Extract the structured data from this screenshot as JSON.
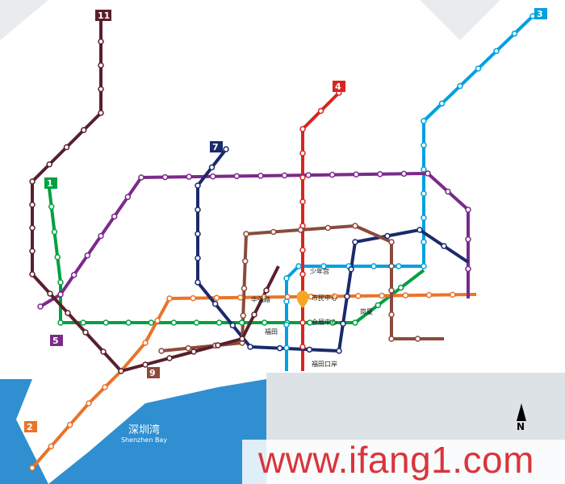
{
  "map": {
    "bay_name": "深圳湾",
    "bay_name_en": "Shenzhen Bay",
    "north_label": "N",
    "watermark": "www.ifang1.com",
    "lines": [
      {
        "id": "1",
        "color": "#00a040"
      },
      {
        "id": "2",
        "color": "#e8742a"
      },
      {
        "id": "3",
        "color": "#00a0e0"
      },
      {
        "id": "4",
        "color": "#d7261e"
      },
      {
        "id": "5",
        "color": "#7b2a8a"
      },
      {
        "id": "7",
        "color": "#1a2a6c"
      },
      {
        "id": "9",
        "color": "#8b4a3c"
      },
      {
        "id": "11",
        "color": "#5a1f2b"
      }
    ],
    "stations": [
      "市民中心",
      "少年宫",
      "会展中心",
      "福田口岸",
      "岗厦",
      "华强路",
      "福田"
    ]
  }
}
